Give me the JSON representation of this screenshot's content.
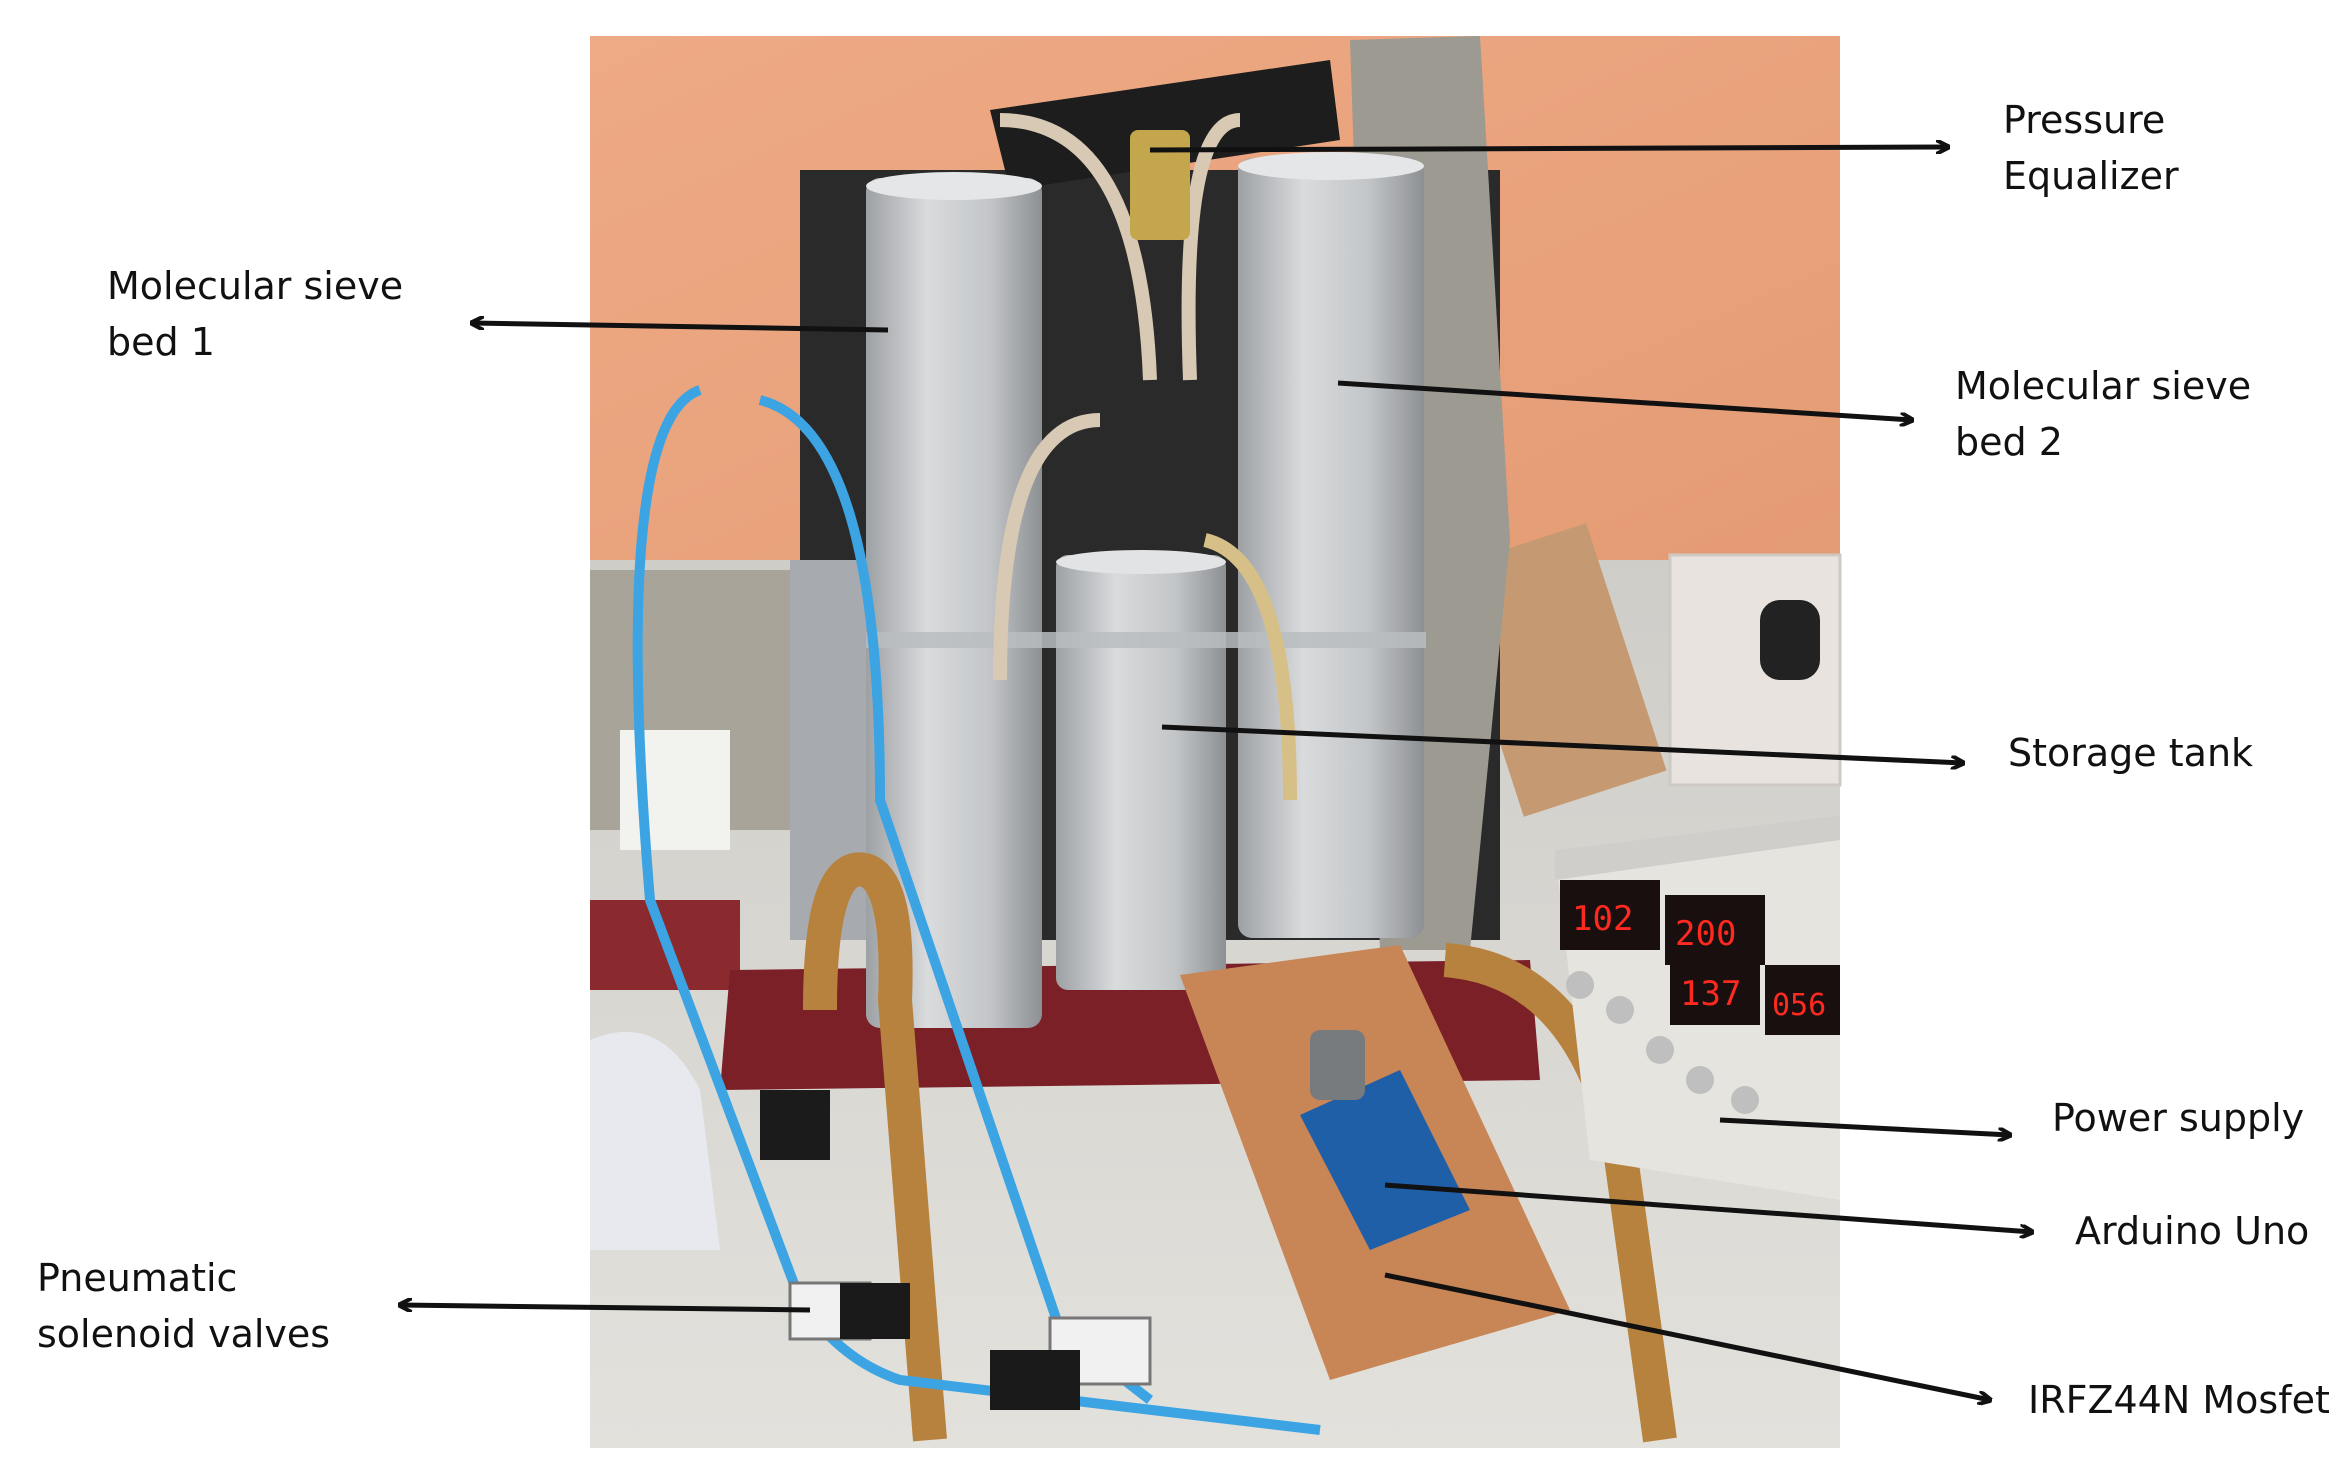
{
  "labels": {
    "pressure_equalizer": [
      "Pressure",
      "Equalizer"
    ],
    "sieve_bed_1": [
      "Molecular sieve",
      "bed 1"
    ],
    "sieve_bed_2": [
      "Molecular sieve",
      "bed 2"
    ],
    "storage_tank": [
      "Storage tank"
    ],
    "power_supply": [
      "Power supply"
    ],
    "arduino_uno": [
      "Arduino Uno"
    ],
    "pneumatic_valves": [
      "Pneumatic",
      "solenoid valves"
    ],
    "mosfet": [
      "IRFZ44N Mosfet"
    ]
  },
  "power_supply_display": [
    "102",
    "200",
    "137",
    "056"
  ],
  "colors": {
    "wall": "#e9a47f",
    "table": "#d9d7d2",
    "cylinder": "#c7c9cb",
    "base": "#7a2026",
    "perfboard": "#c88556",
    "arduino": "#1f5fa8",
    "tube_blue": "#3da4e4",
    "hose_brown": "#b7823e",
    "psu_body": "#e6e4df",
    "led_red": "#ff2a1f",
    "arrow": "#111111"
  }
}
